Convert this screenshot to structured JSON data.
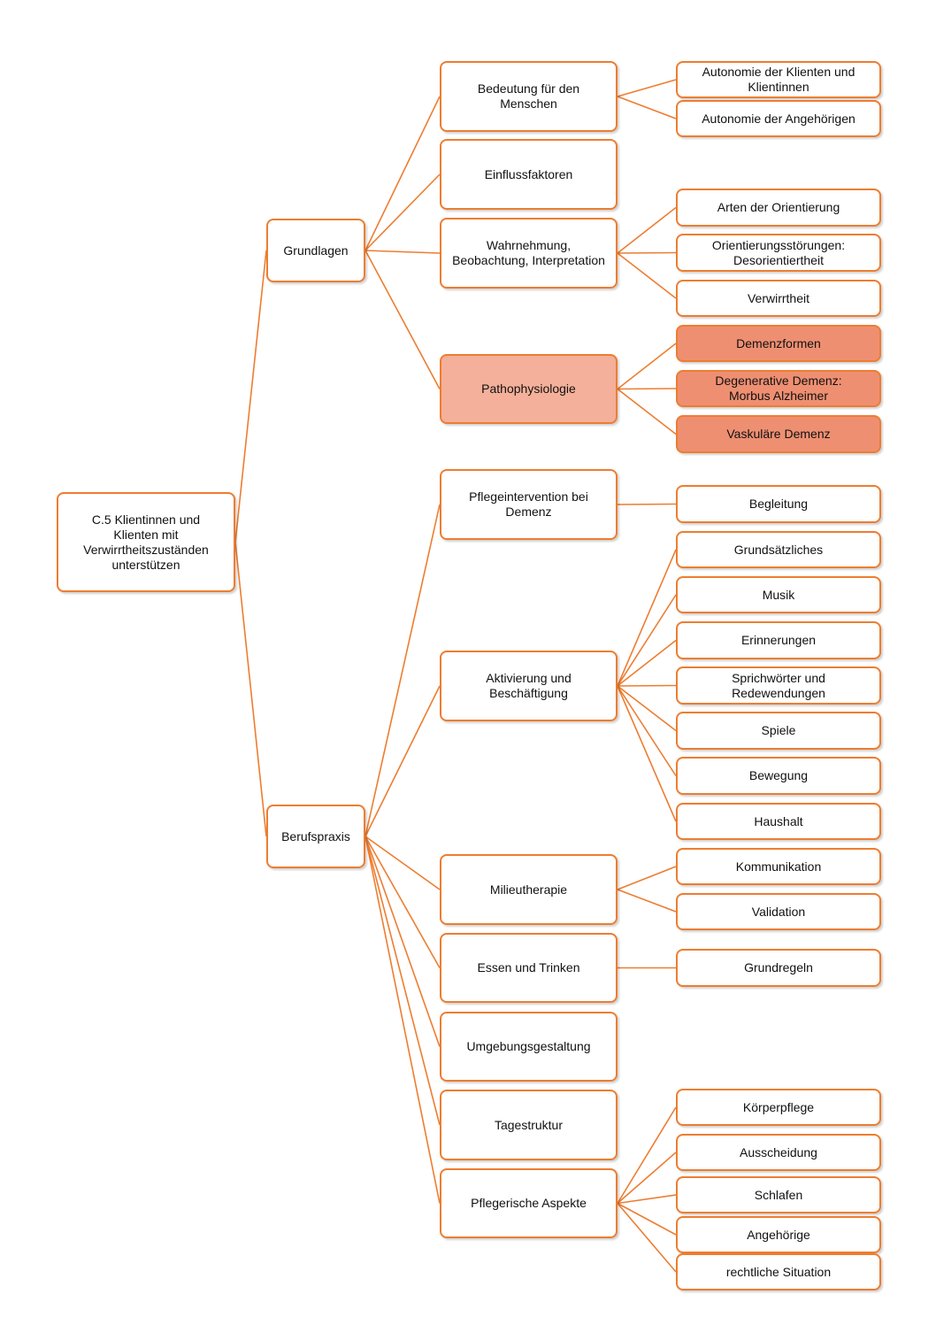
{
  "colors": {
    "line": "#ED7D31",
    "border": "#ED7D31",
    "highlight": "#F4B09A",
    "highlight_child": "#EE8F72"
  },
  "root": {
    "label": "C.5 Klientinnen und\nKlienten mit\nVerwirrtheitszuständen\nunterstützen"
  },
  "branches": [
    {
      "label": "Grundlagen",
      "topics": [
        {
          "label": "Bedeutung für den\nMenschen",
          "items": [
            "Autonomie der Klienten und\nKlientinnen",
            "Autonomie der Angehörigen"
          ]
        },
        {
          "label": "Einflussfaktoren",
          "items": []
        },
        {
          "label": "Wahrnehmung,\nBeobachtung, Interpretation",
          "items": [
            "Arten der Orientierung",
            "Orientierungsstörungen:\nDesorientiertheit",
            "Verwirrtheit"
          ]
        },
        {
          "label": "Pathophysiologie",
          "highlighted": true,
          "items": [
            "Demenzformen",
            "Degenerative Demenz:\nMorbus Alzheimer",
            "Vaskuläre Demenz"
          ]
        }
      ]
    },
    {
      "label": "Berufspraxis",
      "topics": [
        {
          "label": "Pflegeintervention bei\nDemenz",
          "items": [
            "Begleitung"
          ]
        },
        {
          "label": "Aktivierung und\nBeschäftigung",
          "items": [
            "Grundsätzliches",
            "Musik",
            "Erinnerungen",
            "Sprichwörter und\nRedewendungen",
            "Spiele",
            "Bewegung",
            "Haushalt"
          ]
        },
        {
          "label": "Milieutherapie",
          "items": [
            "Kommunikation",
            "Validation"
          ]
        },
        {
          "label": "Essen und Trinken",
          "items": [
            "Grundregeln"
          ]
        },
        {
          "label": "Umgebungsgestaltung",
          "items": []
        },
        {
          "label": "Tagestruktur",
          "items": []
        },
        {
          "label": "Pflegerische Aspekte",
          "items": [
            "Körperpflege",
            "Ausscheidung",
            "Schlafen",
            "Angehörige",
            "rechtliche Situation"
          ]
        }
      ]
    }
  ]
}
